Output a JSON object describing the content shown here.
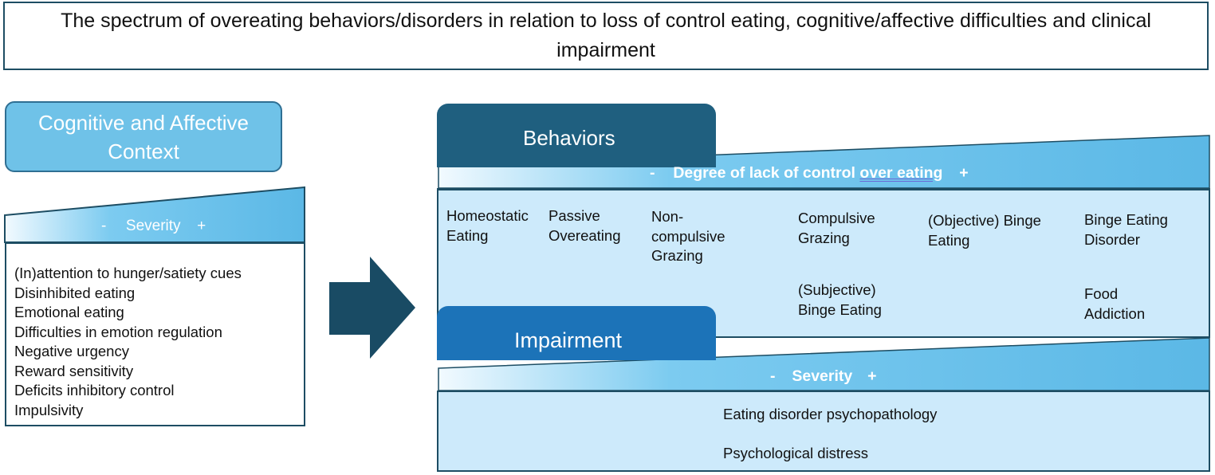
{
  "title": "The spectrum of overeating behaviors/disorders in relation to loss of control eating, cognitive/affective difficulties and clinical impairment",
  "context": {
    "heading_line1": "Cognitive and Affective",
    "heading_line2": "Context",
    "scale": {
      "minus": "-",
      "label": "Severity",
      "plus": "+"
    },
    "items": [
      "(In)attention to hunger/satiety cues",
      "Disinhibited eating",
      "Emotional eating",
      "Difficulties in emotion regulation",
      "Negative urgency",
      "Reward sensitivity",
      "Deficits inhibitory control",
      "Impulsivity"
    ]
  },
  "behaviors": {
    "tab_label": "Behaviors",
    "scale": {
      "minus": "-",
      "label_part1": "Degree of lack of control ",
      "label_part2": "over eating",
      "plus": "+"
    },
    "items": {
      "homeostatic": [
        "Homeostatic",
        "Eating"
      ],
      "passive": [
        "Passive",
        "Overeating"
      ],
      "noncompulsive": [
        "Non-",
        "compulsive",
        "Grazing"
      ],
      "compulsive": [
        "Compulsive",
        "Grazing"
      ],
      "subjective": [
        "(Subjective)",
        "Binge Eating"
      ],
      "objective": [
        "(Objective) Binge",
        "Eating"
      ],
      "bed": [
        "Binge Eating",
        "Disorder"
      ],
      "food_addiction": [
        "Food",
        "Addiction"
      ]
    }
  },
  "impairment": {
    "tab_label": "Impairment",
    "scale": {
      "minus": "-",
      "label": "Severity",
      "plus": "+"
    },
    "items": [
      "Eating disorder psychopathology",
      "Psychological distress"
    ]
  },
  "colors": {
    "dark_teal": "#1f5f7f",
    "impairment_blue": "#1c73b8",
    "light_blue": "#cdeafb",
    "wedge_blue": "#6fc2e8",
    "border": "#1d4d63",
    "arrow": "#194b64"
  }
}
